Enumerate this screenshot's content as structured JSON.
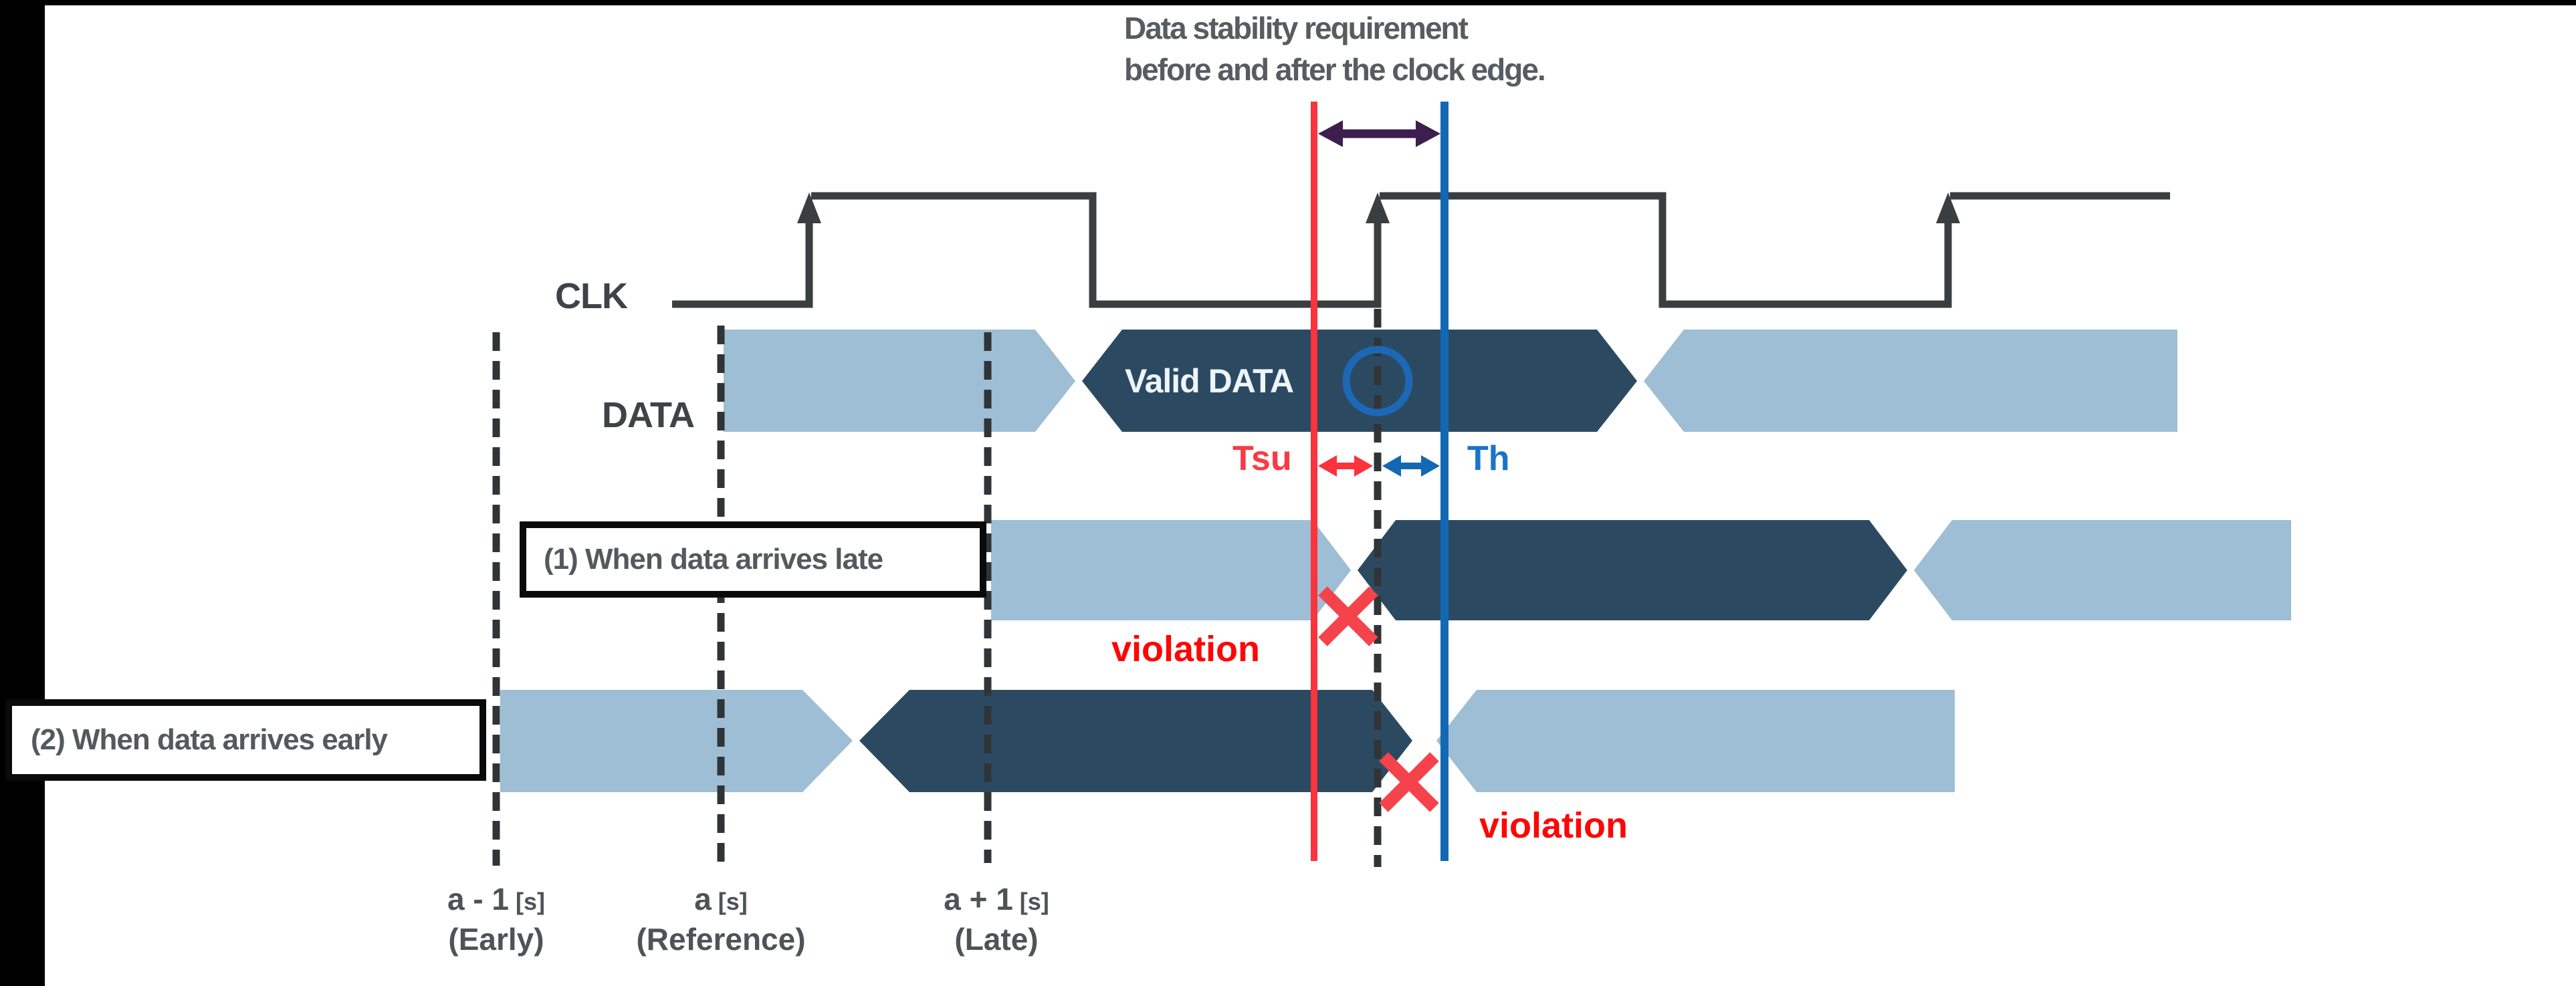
{
  "header": {
    "title_line1": "Data stability requirement",
    "title_line2": "before and after the clock edge."
  },
  "signals": {
    "clock_label": "CLK",
    "data_label": "DATA",
    "valid_data_label": "Valid DATA"
  },
  "timing": {
    "setup_time_label": "Tsu",
    "hold_time_label": "Th"
  },
  "scenarios": [
    {
      "label": "(1) When data arrives late",
      "violation_label": "violation"
    },
    {
      "label": "(2) When data arrives early",
      "violation_label": "violation"
    }
  ],
  "time_axis": [
    {
      "value": "a - 1",
      "unit": "[s]",
      "name": "(Early)"
    },
    {
      "value": "a",
      "unit": "[s]",
      "name": "(Reference)"
    },
    {
      "value": "a + 1",
      "unit": "[s]",
      "name": "(Late)"
    }
  ],
  "icons": {
    "clock_rising_edge": "up-arrow",
    "stability_window": "double-headed-arrow",
    "setup_window": "double-headed-arrow",
    "hold_window": "double-headed-arrow",
    "violation_marker": "x-cross",
    "sample_point_marker": "circle-outline"
  },
  "colors": {
    "invalid_bus_fill": "#9DBED5",
    "valid_bus_fill": "#2B4A62",
    "clock_trace": "#3A3E41",
    "setup_line_red": "#FA333D",
    "hold_line_blue": "#1368B3",
    "stability_arrow_purple": "#3C1F4E",
    "violation_text_red": "#FE0606",
    "annotation_gray": "#575C61"
  }
}
